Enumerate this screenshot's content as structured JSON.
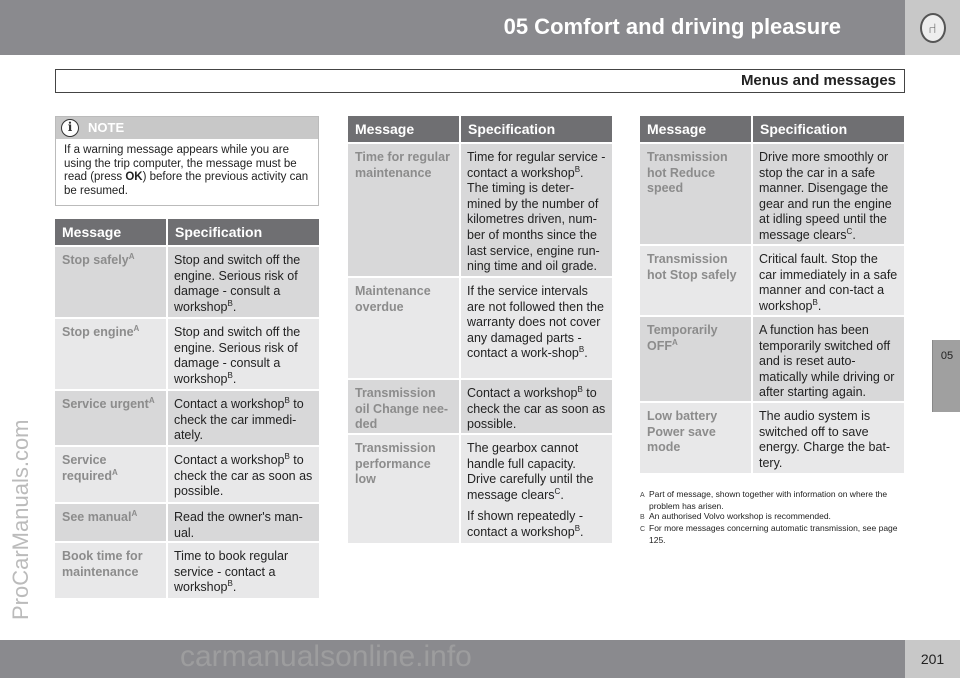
{
  "header": {
    "title": "05 Comfort and driving pleasure",
    "icon": "seat-icon",
    "section": "Menus and messages",
    "side_tab": "05",
    "page_number": "201"
  },
  "watermarks": {
    "side": "ProCarManuals.com",
    "bottom": "carmanualsonline.info"
  },
  "note": {
    "title": "NOTE",
    "text": [
      [
        "If a warning message appears while you are using the trip computer, the message must be read (press ",
        ""
      ],
      [
        "OK",
        "bold"
      ],
      [
        ") before the previous activity can be resumed.",
        ""
      ]
    ]
  },
  "tables": [
    {
      "header": {
        "message": "Message",
        "specification": "Specification"
      },
      "rows": [
        {
          "message": [
            [
              "Stop safely",
              "A"
            ]
          ],
          "spec": [
            [
              "Stop and switch off the engine. Serious risk of damage - consult a workshop",
              "B"
            ],
            [
              ".",
              ""
            ]
          ]
        },
        {
          "message": [
            [
              "Stop engine",
              "A"
            ]
          ],
          "spec": [
            [
              "Stop and switch off the engine. Serious risk of damage - consult a workshop",
              "B"
            ],
            [
              ".",
              ""
            ]
          ]
        },
        {
          "message": [
            [
              "Service urgent",
              "A"
            ]
          ],
          "spec": [
            [
              "Contact a workshop",
              "B"
            ],
            [
              " to check the car immedi-ately.",
              ""
            ]
          ]
        },
        {
          "message": [
            [
              "Service required",
              "A"
            ]
          ],
          "spec": [
            [
              "Contact a workshop",
              "B"
            ],
            [
              " to check the car as soon as possible.",
              ""
            ]
          ]
        },
        {
          "message": [
            [
              "See manual",
              "A"
            ]
          ],
          "spec": [
            [
              "Read the owner's man-ual.",
              ""
            ]
          ]
        },
        {
          "message": [
            [
              "Book time for maintenance",
              ""
            ]
          ],
          "spec": [
            [
              "Time to book regular service - contact a workshop",
              "B"
            ],
            [
              ".",
              ""
            ]
          ]
        }
      ]
    },
    {
      "header": {
        "message": "Message",
        "specification": "Specification"
      },
      "rows": [
        {
          "message": [
            [
              "Time for regular maintenance",
              ""
            ]
          ],
          "spec": [
            [
              "Time for regular service - contact a workshop",
              "B"
            ],
            [
              ". The timing is deter-mined by the number of kilometres driven, num-ber of months since the last service, engine run-ning time and oil grade.",
              ""
            ]
          ]
        },
        {
          "message": [
            [
              "Maintenance overdue",
              ""
            ]
          ],
          "spec": [
            [
              "If the service intervals are not followed then the warranty does not cover any damaged parts - contact a work-shop",
              "B"
            ],
            [
              ".",
              ""
            ]
          ]
        },
        {
          "message": [
            [
              "Transmission oil Change nee-ded",
              ""
            ]
          ],
          "spec": [
            [
              "Contact a workshop",
              "B"
            ],
            [
              " to check the car as soon as possible.",
              ""
            ]
          ]
        },
        {
          "message": [
            [
              "Transmission performance low",
              ""
            ]
          ],
          "spec": [
            [
              "The gearbox cannot handle full capacity. Drive carefully until the message clears",
              "C"
            ],
            [
              ".",
              ""
            ],
            [
              "If shown repeatedly - contact a workshop",
              "B"
            ],
            [
              ".",
              ""
            ]
          ]
        }
      ]
    },
    {
      "header": {
        "message": "Message",
        "specification": "Specification"
      },
      "rows": [
        {
          "message": [
            [
              "Transmission hot Reduce speed",
              ""
            ]
          ],
          "spec": [
            [
              "Drive more smoothly or stop the car in a safe manner. Disengage the gear and run the engine at idling speed until the message clears",
              "C"
            ],
            [
              ".",
              ""
            ]
          ]
        },
        {
          "message": [
            [
              "Transmission hot Stop safely",
              ""
            ]
          ],
          "spec": [
            [
              "Critical fault. Stop the car immediately in a safe manner and con-tact a workshop",
              "B"
            ],
            [
              ".",
              ""
            ]
          ]
        },
        {
          "message": [
            [
              "Temporarily OFF",
              "A"
            ]
          ],
          "spec": [
            [
              "A function has been temporarily switched off and is reset auto-matically while driving or after starting again.",
              ""
            ]
          ]
        },
        {
          "message": [
            [
              "Low battery Power save mode",
              ""
            ]
          ],
          "spec": [
            [
              "The audio system is switched off to save energy. Charge the bat-tery.",
              ""
            ]
          ]
        }
      ]
    }
  ],
  "footnotes": [
    {
      "mark": "A",
      "text": "Part of message, shown together with information on where the problem has arisen."
    },
    {
      "mark": "B",
      "text": "An authorised Volvo workshop is recommended."
    },
    {
      "mark": "C",
      "text": "For more messages concerning automatic transmission, see page 125."
    }
  ]
}
